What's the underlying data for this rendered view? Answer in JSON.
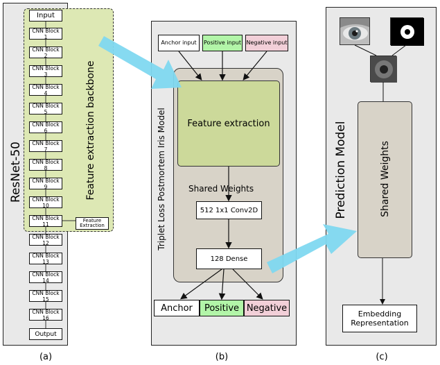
{
  "panel_a": {
    "title": "ResNet-50",
    "backbone_label": "Feature extraction backbone",
    "input": "Input",
    "output": "Output",
    "blocks": [
      "CNN Block 1",
      "CNN Block 2",
      "CNN Block 3",
      "CNN Block 4",
      "CNN Block 5",
      "CNN Block 6",
      "CNN Block 7",
      "CNN Block 8",
      "CNN Block 9",
      "CNN Block 10",
      "CNN Block 11",
      "CNN Block 12",
      "CNN Block 13",
      "CNN Block 14",
      "CNN Block 15",
      "CNN Block 16"
    ],
    "feature_tag": "Feature Extraction",
    "caption": "(a)"
  },
  "panel_b": {
    "title": "Triplet Loss Postmortem Iris Model",
    "inputs": {
      "anchor": "Anchor input",
      "positive": "Positive input",
      "negative": "Negative input"
    },
    "feature_extraction": "Feature extraction",
    "shared_weights": "Shared Weights",
    "conv": "512 1x1 Conv2D",
    "dense": "128 Dense",
    "outputs": {
      "anchor": "Anchor",
      "positive": "Positive",
      "negative": "Negative"
    },
    "caption": "(b)"
  },
  "panel_c": {
    "title": "Prediction Model",
    "shared_weights": "Shared Weights",
    "embedding": "Embedding Representation",
    "caption": "(c)"
  },
  "colors": {
    "backbone_fill": "#dde8b4",
    "feature_green": "#ccd99a",
    "positive_fill": "#b2f5a8",
    "negative_fill": "#f2cfd8",
    "arrow_cyan": "#7fd8f0",
    "model_fill": "#d8d3c8"
  }
}
